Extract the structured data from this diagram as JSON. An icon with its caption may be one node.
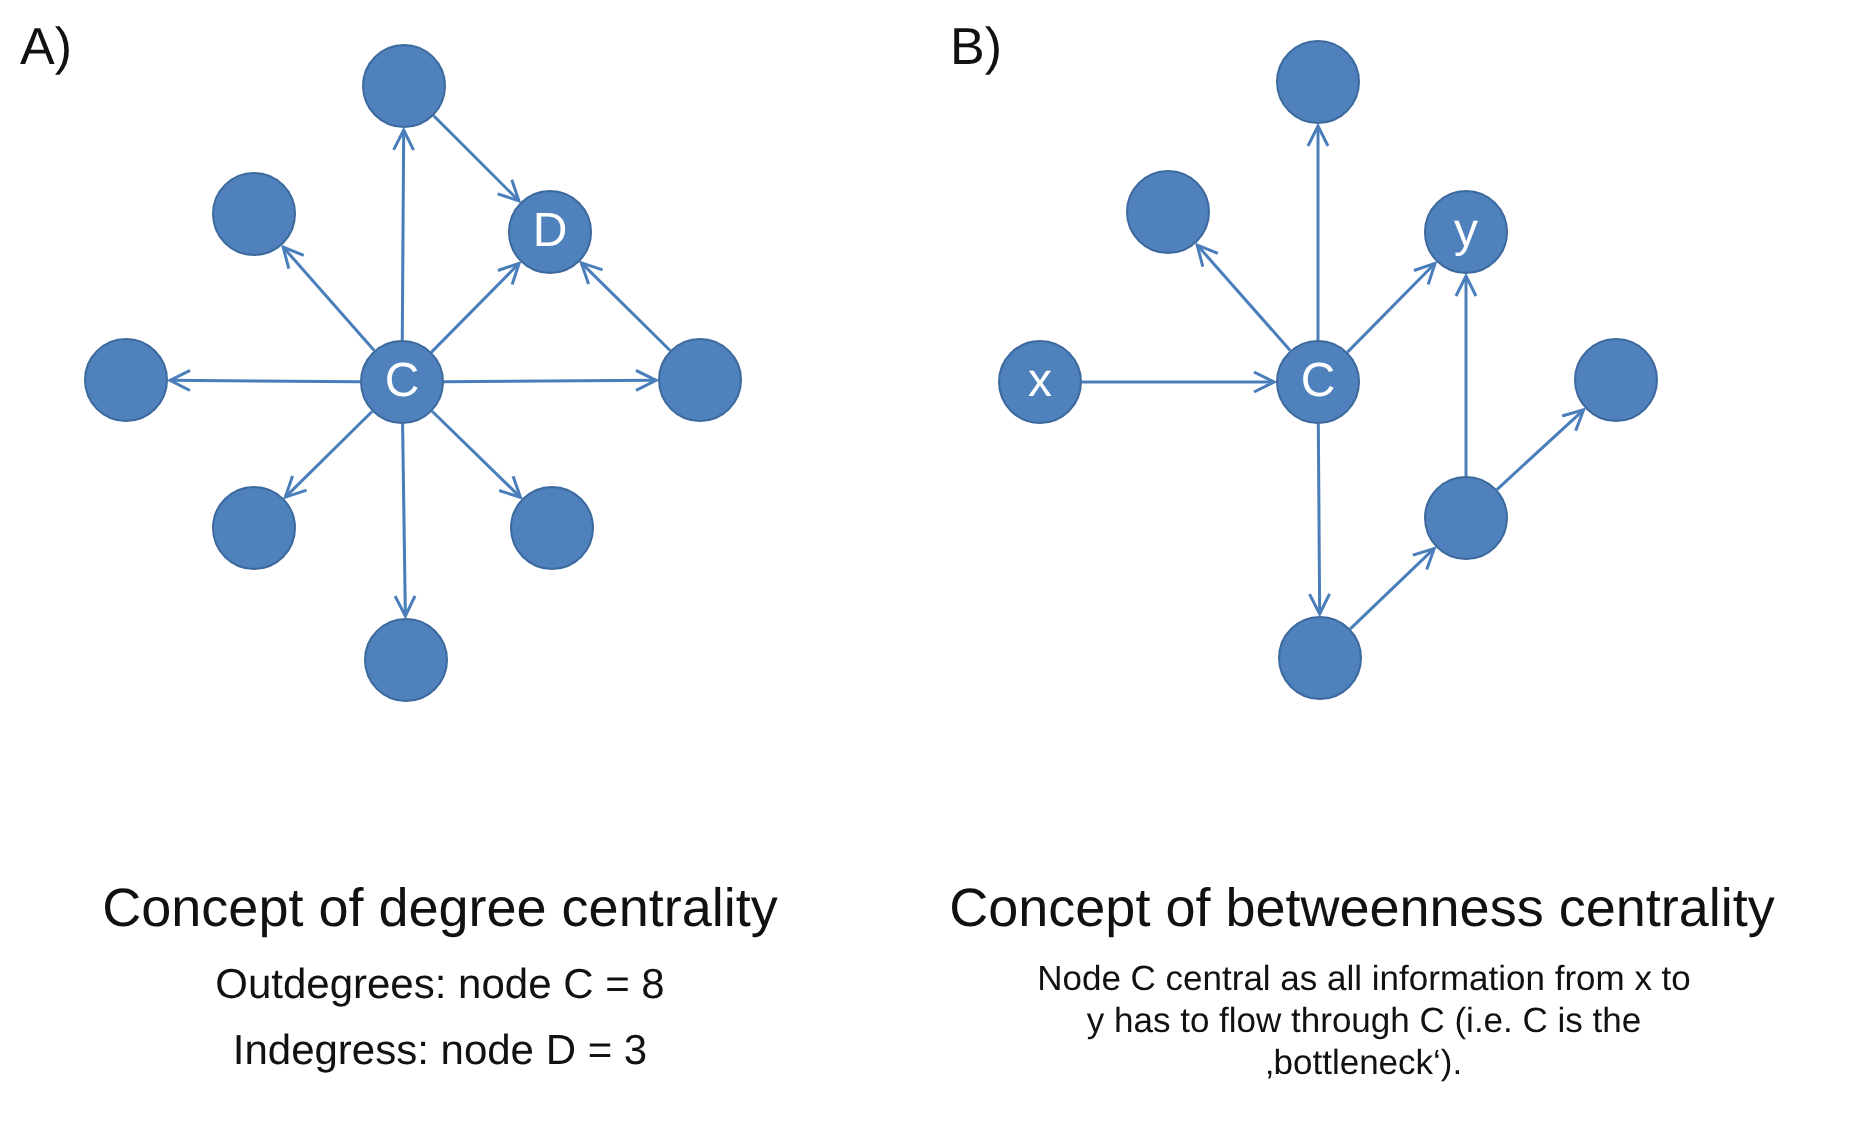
{
  "diagram": {
    "nodes": [
      {
        "text": [],
        "shape": "circle"
      },
      {
        "text": [],
        "shape": "circle"
      },
      {
        "text": [
          "D"
        ]
      },
      {
        "text": [],
        "shape": "circle"
      },
      {
        "text": [
          "C"
        ]
      },
      {
        "text": [],
        "shape": "circle"
      },
      {
        "text": [],
        "shape": "circle"
      },
      {
        "text": [],
        "shape": "circle"
      },
      {
        "text": [],
        "shape": "circle"
      },
      {
        "text": [],
        "shape": "circle"
      },
      {
        "text": [],
        "shape": "circle"
      },
      {
        "text": [
          "y"
        ]
      },
      {
        "text": [
          "x"
        ]
      },
      {
        "text": [
          "C"
        ]
      },
      {
        "text": [],
        "shape": "circle"
      },
      {
        "text": [],
        "shape": "circle"
      },
      {
        "text": [],
        "shape": "circle"
      }
    ],
    "edges": [
      {
        "from": 4,
        "to": 0,
        "arrow": "to"
      },
      {
        "from": 4,
        "to": 1,
        "arrow": "to"
      },
      {
        "from": 4,
        "to": 2,
        "arrow": "to"
      },
      {
        "from": 4,
        "to": 3,
        "arrow": "to"
      },
      {
        "from": 4,
        "to": 5,
        "arrow": "to"
      },
      {
        "from": 4,
        "to": 6,
        "arrow": "to"
      },
      {
        "from": 4,
        "to": 7,
        "arrow": "to"
      },
      {
        "from": 4,
        "to": 8,
        "arrow": "to"
      },
      {
        "from": 0,
        "to": 2,
        "arrow": "to"
      },
      {
        "from": 5,
        "to": 2,
        "arrow": "to"
      },
      {
        "from": 12,
        "to": 13,
        "arrow": "to"
      },
      {
        "from": 13,
        "to": 9,
        "arrow": "to"
      },
      {
        "from": 13,
        "to": 10,
        "arrow": "to"
      },
      {
        "from": 13,
        "to": 11,
        "arrow": "to"
      },
      {
        "from": 13,
        "to": 16,
        "arrow": "to"
      },
      {
        "from": 16,
        "to": 15,
        "arrow": "to"
      },
      {
        "from": 15,
        "to": 11,
        "arrow": "to"
      },
      {
        "from": 15,
        "to": 14,
        "arrow": "to"
      }
    ],
    "labels": [
      "A)",
      "B)",
      "Concept of degree centrality",
      "Outdegrees: node C = 8",
      "Indegress: node D = 3",
      "Concept of betweenness centrality",
      "Node C central as all information from x to y has to flow through C (i.e. C is the ‚bottleneck‘)."
    ]
  }
}
